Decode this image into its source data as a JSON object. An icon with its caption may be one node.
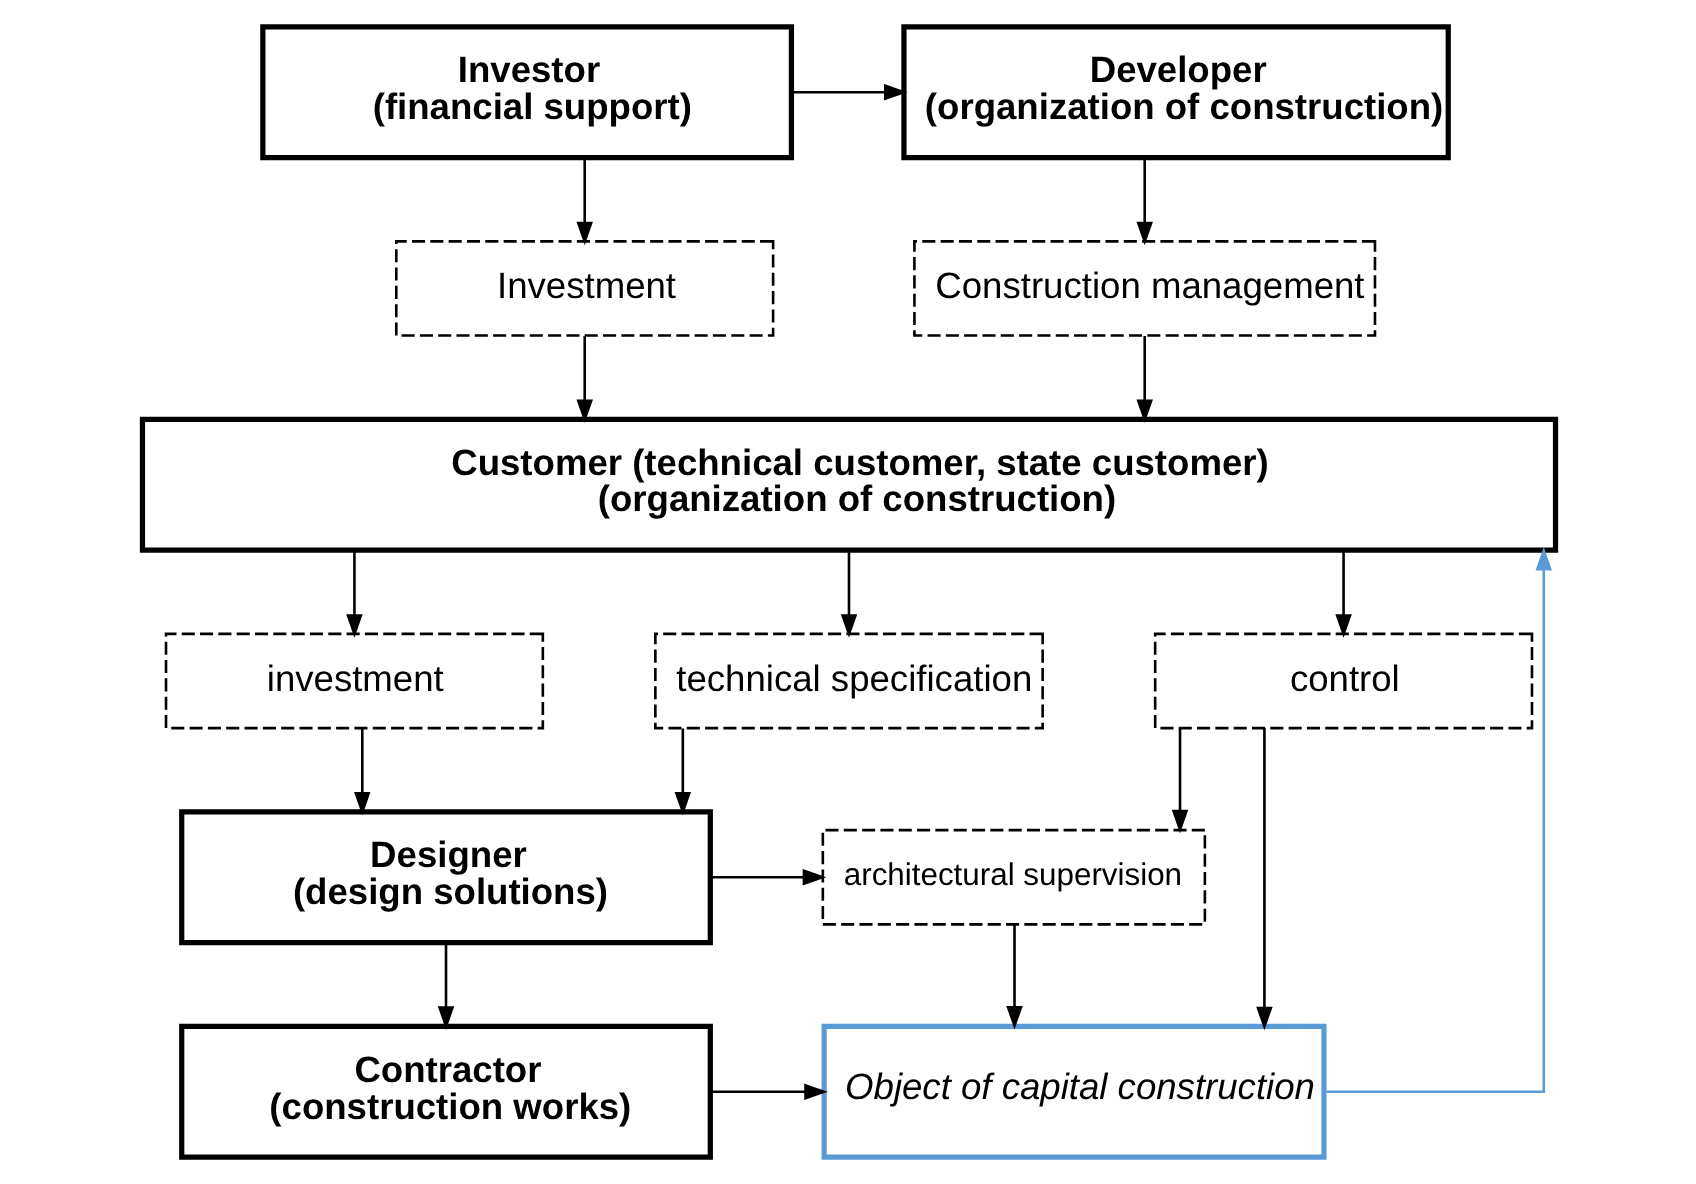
{
  "diagram": {
    "nodes": [
      {
        "text": [
          "Investor",
          "(financial support)"
        ]
      },
      {
        "text": [
          "Developer",
          "(organization of construction)"
        ]
      },
      {
        "text": [
          "Investment"
        ]
      },
      {
        "text": [
          "Construction management"
        ]
      },
      {
        "text": [
          "Customer (technical customer, state customer)",
          "(organization of construction)"
        ]
      },
      {
        "text": [
          "investment"
        ]
      },
      {
        "text": [
          "technical specification"
        ]
      },
      {
        "text": [
          "control"
        ]
      },
      {
        "text": [
          "Designer",
          "(design solutions)"
        ]
      },
      {
        "text": [
          "architectural supervision"
        ]
      },
      {
        "text": [
          "Contractor",
          "(construction works)"
        ]
      },
      {
        "text": [
          "Object of capital construction"
        ]
      }
    ],
    "edges": [
      {
        "from": 0,
        "to": 1,
        "arrow": "to"
      },
      {
        "from": 0,
        "to": 2,
        "arrow": "to"
      },
      {
        "from": 1,
        "to": 3,
        "arrow": "to"
      },
      {
        "from": 2,
        "to": 4,
        "arrow": "to"
      },
      {
        "from": 3,
        "to": 4,
        "arrow": "to"
      },
      {
        "from": 4,
        "to": 5,
        "arrow": "to"
      },
      {
        "from": 4,
        "to": 6,
        "arrow": "to"
      },
      {
        "from": 4,
        "to": 7,
        "arrow": "to"
      },
      {
        "from": 5,
        "to": 8,
        "arrow": "to"
      },
      {
        "from": 6,
        "to": 8,
        "arrow": "to"
      },
      {
        "from": 7,
        "to": 9,
        "arrow": "to"
      },
      {
        "from": 7,
        "to": 11,
        "arrow": "to"
      },
      {
        "from": 8,
        "to": 9,
        "arrow": "to"
      },
      {
        "from": 8,
        "to": 10,
        "arrow": "to"
      },
      {
        "from": 9,
        "to": 11,
        "arrow": "to"
      },
      {
        "from": 10,
        "to": 11,
        "arrow": "to"
      },
      {
        "from": 11,
        "to": 4,
        "arrow": "to",
        "color": "#5b9bd5"
      }
    ]
  }
}
